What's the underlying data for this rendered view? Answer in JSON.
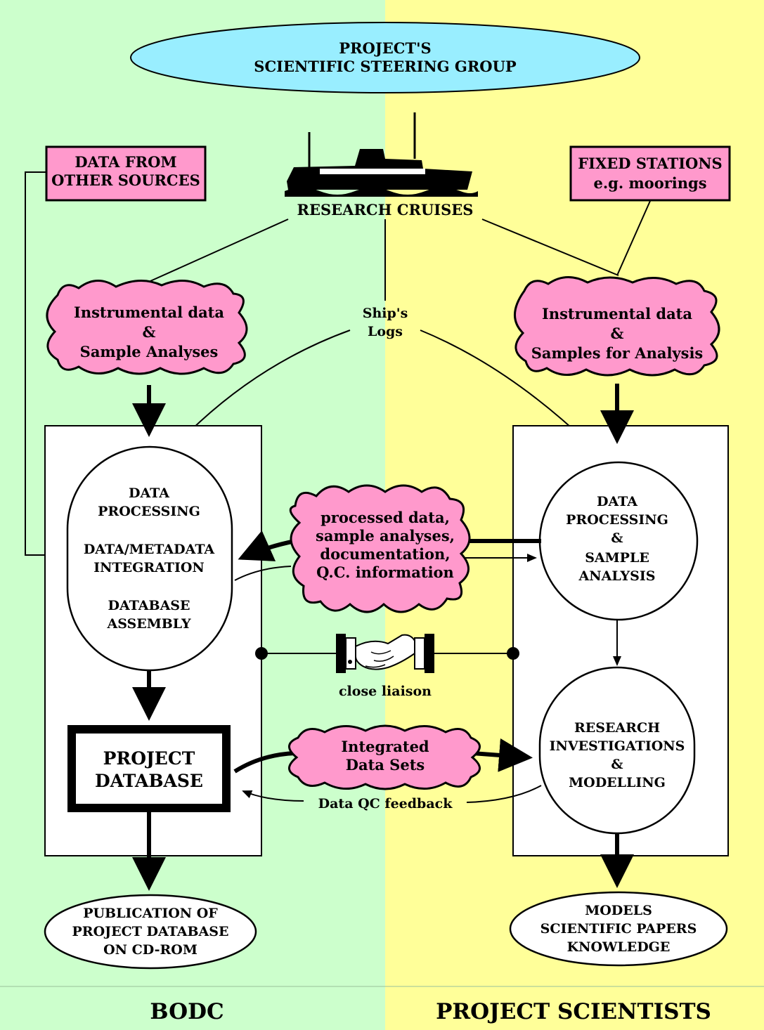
{
  "colors": {
    "left_bg": "#ccffcc",
    "right_bg": "#ffff99",
    "pink": "#ff99cc",
    "steering": "#99eeff",
    "line": "#000000"
  },
  "steering": {
    "line1": "PROJECT'S",
    "line2": "SCIENTIFIC STEERING GROUP"
  },
  "other_sources": {
    "line1": "DATA FROM",
    "line2": "OTHER SOURCES"
  },
  "fixed_stations": {
    "line1": "FIXED STATIONS",
    "line2": "e.g. moorings"
  },
  "research_cruises": "RESEARCH CRUISES",
  "ships_logs": {
    "line1": "Ship's",
    "line2": "Logs"
  },
  "instr_left": {
    "line1": "Instrumental data",
    "line2": "&",
    "line3": "Sample Analyses"
  },
  "instr_right": {
    "line1": "Instrumental data",
    "line2": "&",
    "line3": "Samples for Analysis"
  },
  "bodc_process": {
    "l1": "DATA",
    "l2": "PROCESSING",
    "l3": "DATA/METADATA",
    "l4": "INTEGRATION",
    "l5": "DATABASE",
    "l6": "ASSEMBLY"
  },
  "exchange": {
    "l1": "processed data,",
    "l2": "sample analyses,",
    "l3": "documentation,",
    "l4": "Q.C. information"
  },
  "sci_process": {
    "l1": "DATA",
    "l2": "PROCESSING",
    "l3": "&",
    "l4": "SAMPLE",
    "l5": "ANALYSIS"
  },
  "close_liaison": "close liaison",
  "research": {
    "l1": "RESEARCH",
    "l2": "INVESTIGATIONS",
    "l3": "&",
    "l4": "MODELLING"
  },
  "project_db": {
    "l1": "PROJECT",
    "l2": "DATABASE"
  },
  "integrated": {
    "l1": "Integrated",
    "l2": "Data Sets"
  },
  "qc_feedback": "Data QC feedback",
  "publication": {
    "l1": "PUBLICATION OF",
    "l2": "PROJECT DATABASE",
    "l3": "ON CD-ROM"
  },
  "outputs": {
    "l1": "MODELS",
    "l2": "SCIENTIFIC PAPERS",
    "l3": "KNOWLEDGE"
  },
  "footer": {
    "left": "BODC",
    "right": "PROJECT SCIENTISTS"
  },
  "icons": [
    "ship-icon",
    "handshake-icon"
  ]
}
